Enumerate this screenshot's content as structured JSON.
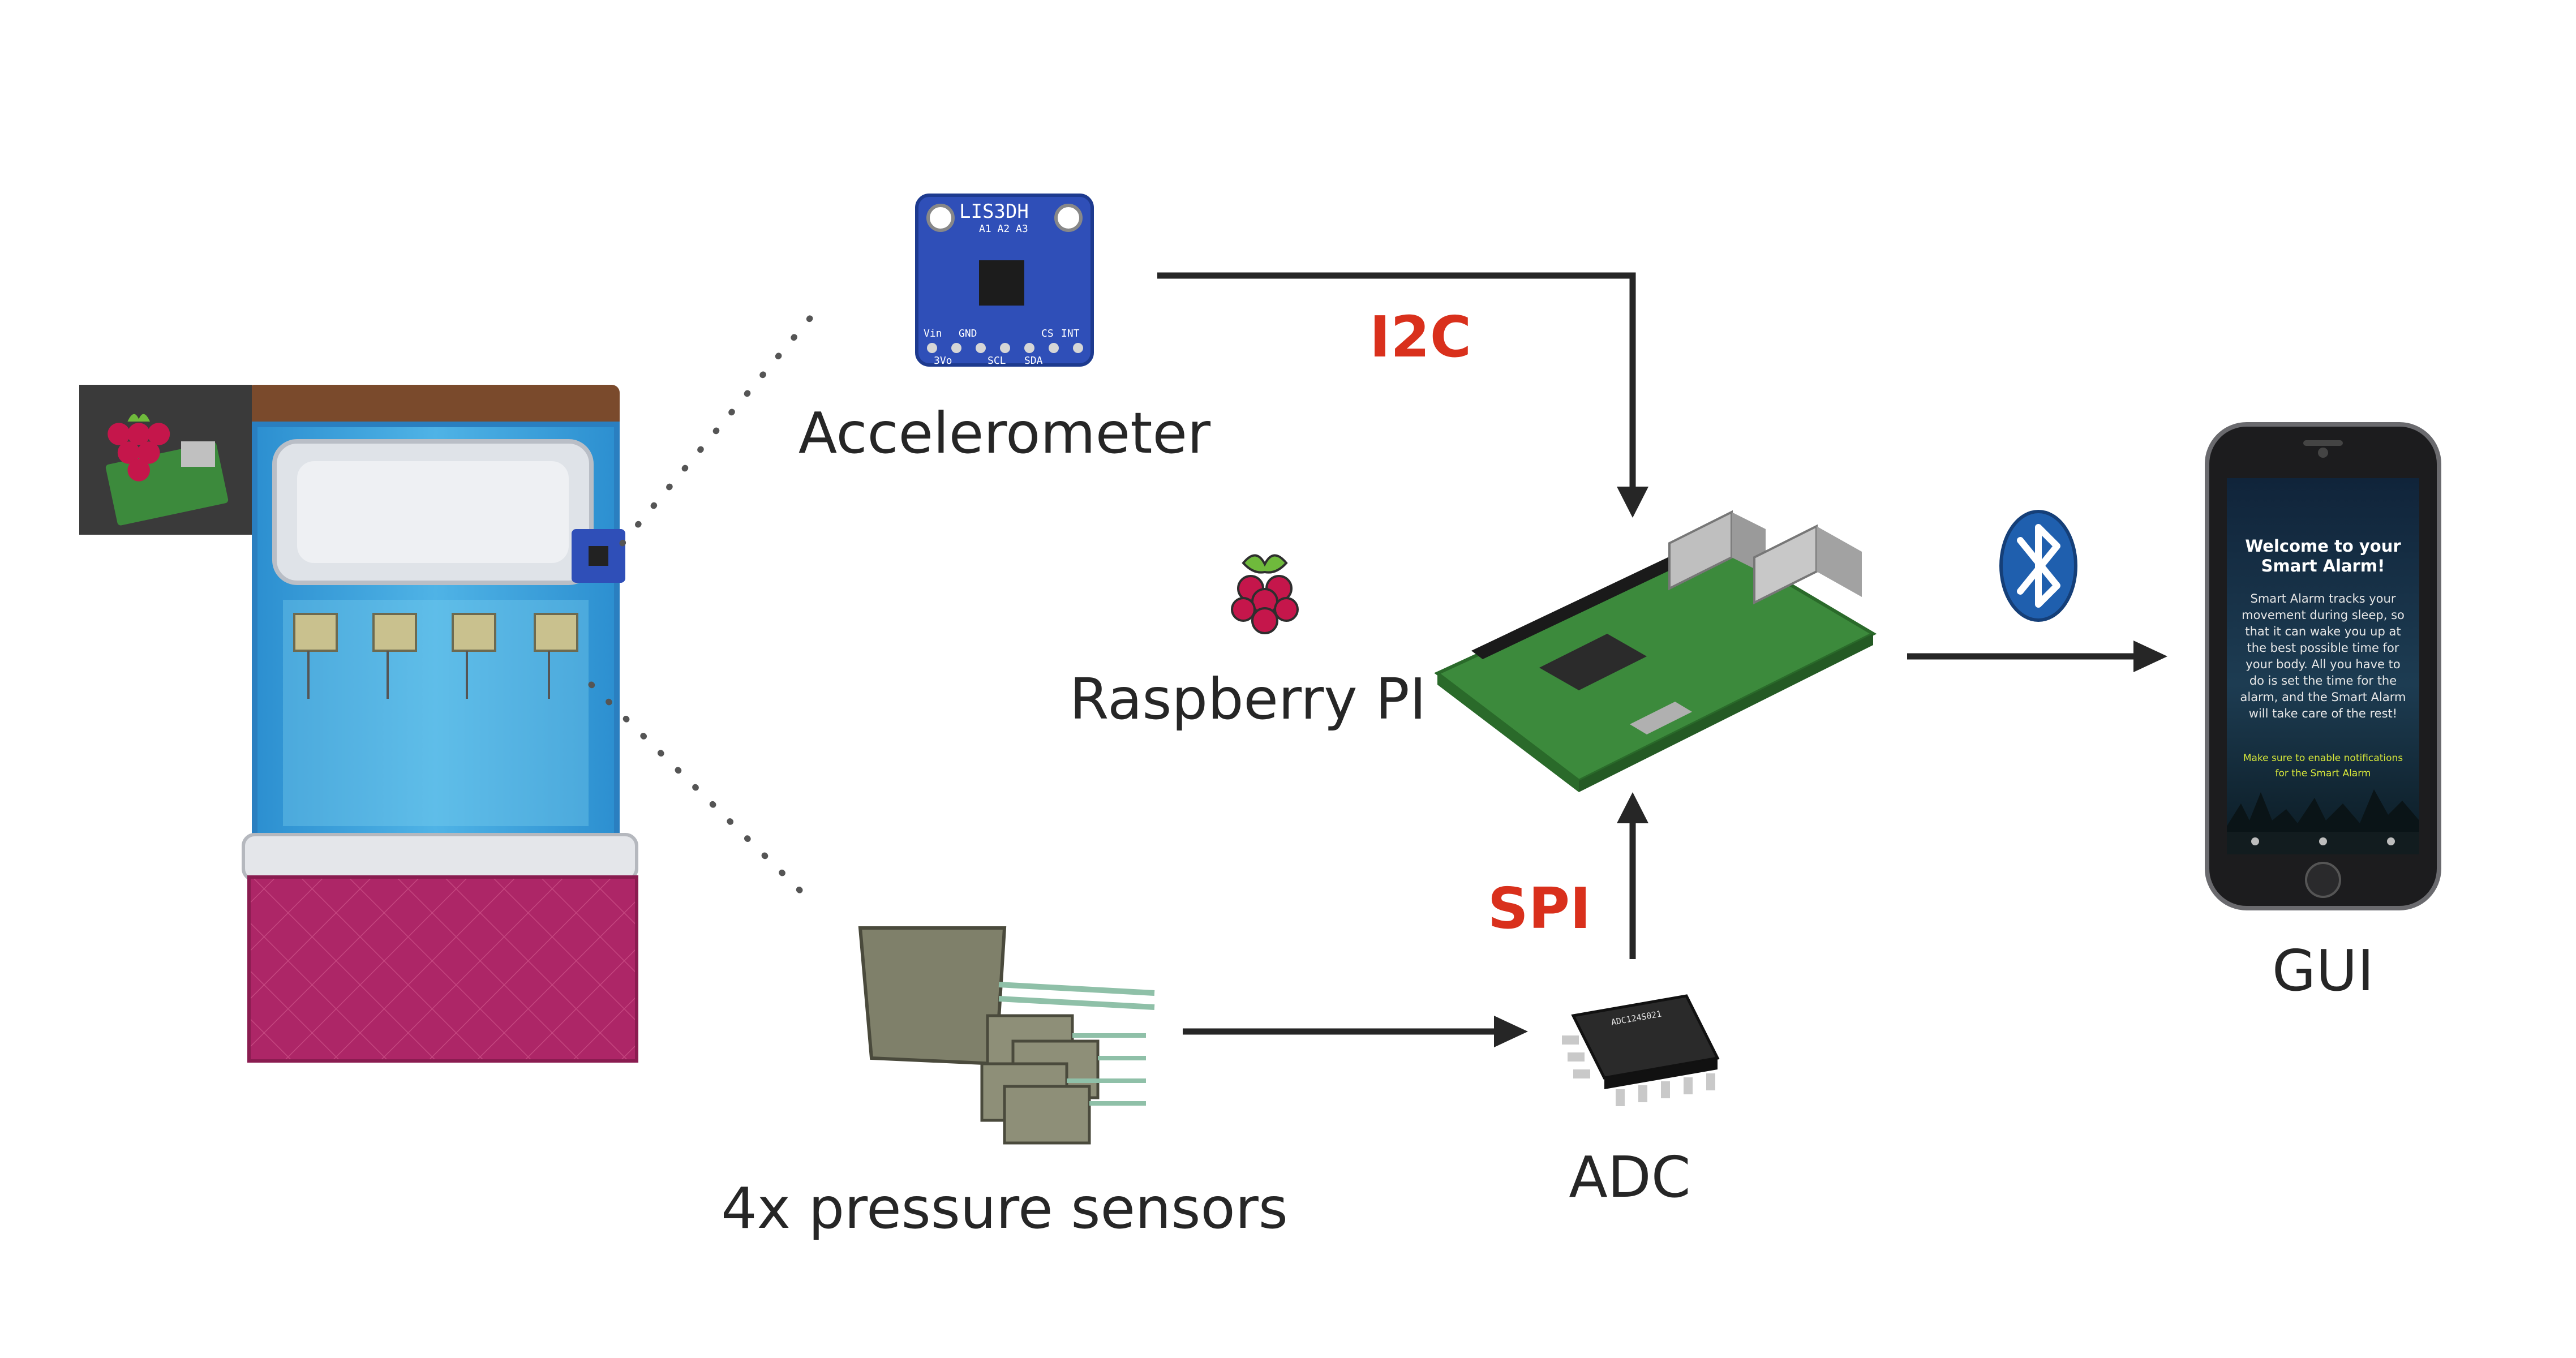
{
  "labels": {
    "accelerometer": "Accelerometer",
    "raspberry": "Raspberry PI",
    "pressure": "4x pressure sensors",
    "adc": "ADC",
    "gui": "GUI"
  },
  "protocols": {
    "i2c": "I2C",
    "spi": "SPI"
  },
  "accelerometer_board": {
    "chip": "LIS3DH",
    "top_pins": "A1 A2 A3",
    "bottom_pins": [
      "Vin",
      "GND",
      "3Vo",
      "SCL",
      "SDA",
      "CS",
      "INT"
    ]
  },
  "adc_chip": {
    "part": "ADC124S021"
  },
  "phone": {
    "title_line1": "Welcome to your",
    "title_line2": "Smart Alarm!",
    "body": [
      "Smart Alarm tracks your",
      "movement during sleep, so",
      "that it can wake you up at",
      "the best possible time for",
      "your body. All you have to",
      "do is set the time for the",
      "alarm, and the Smart Alarm",
      "will take care of the rest!"
    ],
    "note": [
      "Make sure to enable notifications",
      "for the Smart Alarm"
    ]
  },
  "colors": {
    "arrow": "#262626",
    "protocol_label": "#d9301c",
    "bluetooth": "#1f5fae",
    "bed_sheet": "#45a8df",
    "bed_blanket": "#b02868",
    "accelerometer_board": "#2f4fb8",
    "pi_board": "#3c8a3c"
  },
  "icons": [
    "raspberry-pi-logo-icon",
    "bluetooth-icon",
    "bed-illustration",
    "phone-illustration"
  ]
}
